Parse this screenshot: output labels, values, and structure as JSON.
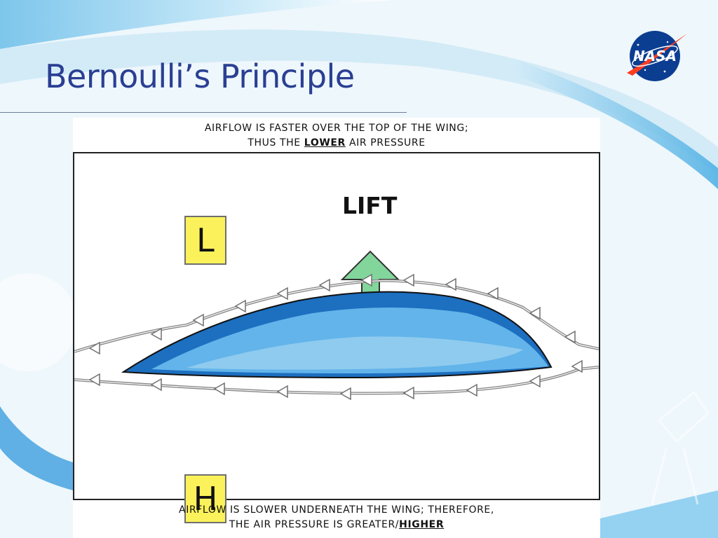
{
  "slide": {
    "title": "Bernoulli’s Principle",
    "logo_text": "NASA"
  },
  "figure": {
    "caption_top_line1": "AIRFLOW IS FASTER OVER THE TOP OF THE WING;",
    "caption_top_line2_prefix": "THUS THE ",
    "caption_top_line2_em": "LOWER",
    "caption_top_line2_suffix": " AIR PRESSURE",
    "lift_label": "LIFT",
    "low_label": "L",
    "high_label": "H",
    "caption_bottom_line1": "AIRFLOW IS SLOWER UNDERNEATH THE WING; THEREFORE,",
    "caption_bottom_line2_prefix": "THE AIR PRESSURE IS GREATER/",
    "caption_bottom_line2_em": "HIGHER"
  },
  "colors": {
    "title": "#2a3f93",
    "wing_dark": "#1d6fc0",
    "wing_light": "#8fcbef",
    "lift_arrow": "#82d69b",
    "pressure_box": "#fbf25b",
    "streamline": "#8a8a8a"
  }
}
